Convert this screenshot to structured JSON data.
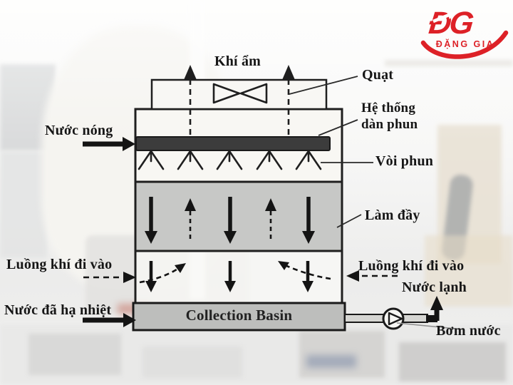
{
  "logo": {
    "monogram": "ĐG",
    "company": "ĐẶNG GIA",
    "brand_color": "#dd2127"
  },
  "diagram": {
    "labels": {
      "moist_air": "Khí ẩm",
      "fan": "Quạt",
      "spray_system_line1": "Hệ thống",
      "spray_system_line2": "dàn phun",
      "spray_nozzle": "Vòi phun",
      "fill": "Làm đầy",
      "air_inlet_left": "Luồng khí đi vào",
      "air_inlet_right": "Luồng khí đi vào",
      "hot_water": "Nước nóng",
      "cooled_water": "Nước đã hạ nhiệt",
      "cold_water": "Nước lạnh",
      "water_pump": "Bơm nước",
      "collection_basin": "Collection Basin"
    },
    "icons": {
      "fan": "bowtie-fan-icon",
      "nozzle": "spray-nozzle-icon",
      "pump": "circle-triangle-pump-icon"
    },
    "colors": {
      "line": "#1f1f1f",
      "leader": "#2a2a2a",
      "section_bg": "#f8f7f3",
      "fan_box_bg": "#f8f7f4",
      "fill_section": "#c7c8c6",
      "air_section": "rgba(250,250,247,0.72)",
      "basin": "#bdbebc",
      "spray_header": "#3c3c3c",
      "pipe": "#d6d6d3"
    }
  }
}
